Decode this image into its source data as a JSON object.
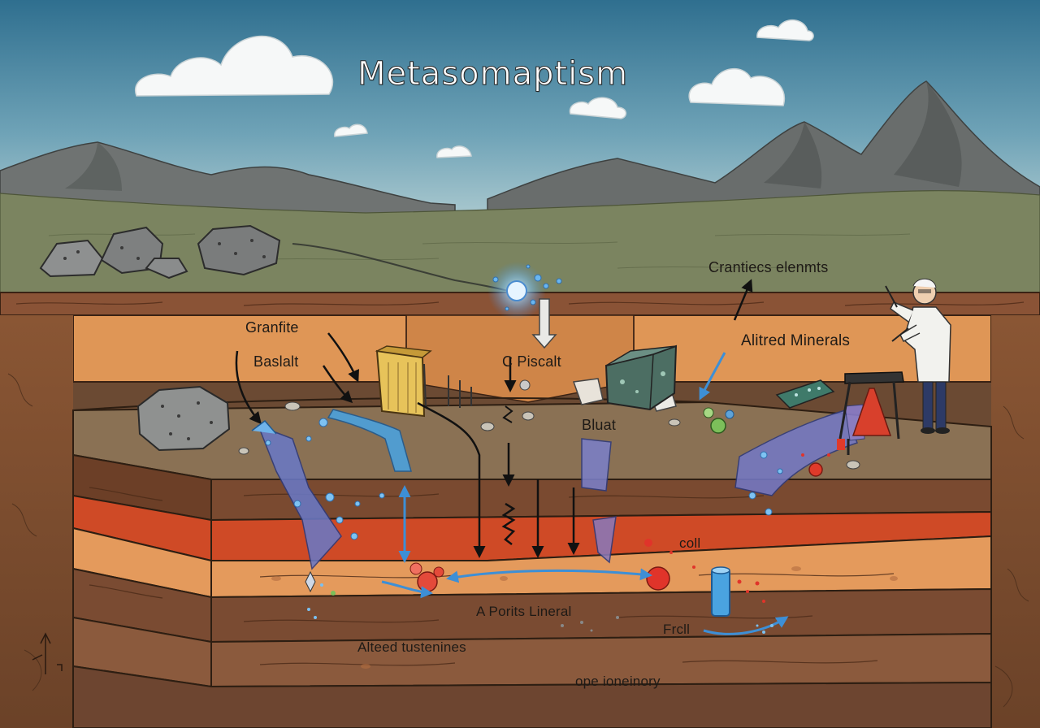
{
  "title": "Metasomaptism",
  "labels": {
    "granite": "Granfite",
    "basalt": "Baslalt",
    "piscalt": "C Piscalt",
    "cranties_elements": "Crantiecs elenmts",
    "altered_minerals": "Alitred Minerals",
    "bluat": "Bluat",
    "coll": "coll",
    "aporits_lineral": "A Porits  Lineral",
    "frcll": "Frcll",
    "alteed_tustenines": "Alteed tustenines",
    "ope_ioneinory": "ope ioneinory"
  },
  "colors": {
    "sky_top": "#2f6f8f",
    "sky_bottom": "#b9d3d8",
    "mountain": "#6b6e6c",
    "grassland": "#7c8460",
    "topsoil": "#8a5336",
    "orange_layer": "#e39a5a",
    "red_layer": "#d24a26",
    "fluid_blue": "#4aa3e0",
    "fluid_purple": "#7b7fc8",
    "mineral_red": "#e0342a",
    "scientist_coat": "#f2f2ee"
  },
  "icons": [
    "rock-icon",
    "crystal-icon",
    "bubble-icon",
    "scientist-icon",
    "test-tube-icon",
    "flask-stand-icon",
    "compass-icon"
  ]
}
